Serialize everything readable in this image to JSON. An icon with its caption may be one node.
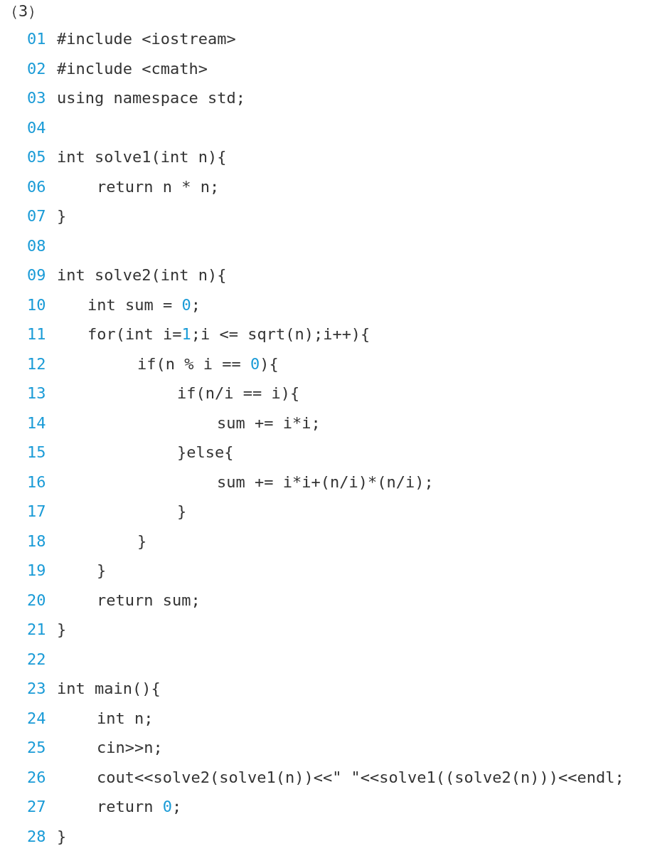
{
  "diagram": {
    "labels": [
      "（3）",
      "01",
      "#include <iostream>",
      "02",
      "#include <cmath>",
      "03",
      "using namespace std;",
      "04",
      "05",
      "int solve1(int n){",
      "06",
      "return n * n;",
      "07",
      "}",
      "08",
      "09",
      "int solve2(int n){",
      "10",
      "int sum = 0;",
      "11",
      "for(int i=1;i <= sqrt(n);i++){",
      "12",
      "if(n % i == 0){",
      "13",
      "if(n/i == i){",
      "14",
      "sum += i*i;",
      "15",
      "}else{",
      "16",
      "sum += i*i+(n/i)*(n/i);",
      "17",
      "}",
      "18",
      "}",
      "19",
      "}",
      "20",
      "return sum;",
      "21",
      "}",
      "22",
      "23",
      "int main(){",
      "24",
      "int n;",
      "25",
      "cin>>n;",
      "26",
      "cout<<solve2(solve1(n))<<\" \"<<solve1((solve2(n)))<<endl;",
      "27",
      "return 0;",
      "28",
      "}"
    ]
  }
}
